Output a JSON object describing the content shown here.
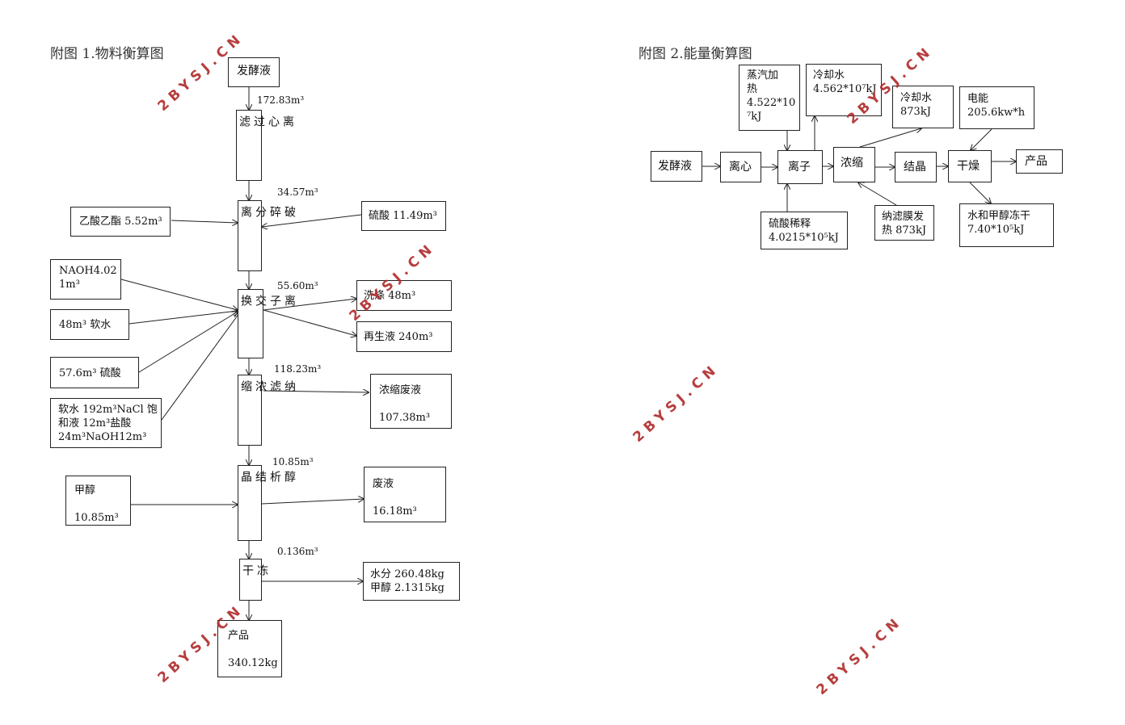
{
  "watermark": "2BYSJ.CN",
  "material": {
    "title": "附图 1.物料衡算图",
    "start": "发酵液",
    "steps": [
      "离\n心\n过\n滤",
      "破\n碎\n分\n离",
      "离\n子\n交\n换",
      "纳\n滤\n浓\n缩",
      "醇\n析\n结\n晶",
      "冻\n干"
    ],
    "product": "产品\n\n340.12kg",
    "flows": [
      "172.83m³",
      "34.57m³",
      "55.60m³",
      "118.23m³",
      "10.85m³",
      "0.136m³"
    ],
    "inputs": {
      "ethyl_acetate": "乙酸乙酯 5.52m³",
      "sulfuric": "硫酸 11.49m³",
      "naoh": "NAOH4.02\n1m³",
      "soft_water": "48m³ 软水",
      "sulfuric2": "57.6m³ 硫酸",
      "mix": "软水 192m³NaCl 饱\n和液 12m³盐酸\n24m³NaOH12m³",
      "methanol": "甲醇\n\n10.85m³"
    },
    "outputs": {
      "wash": "洗涤 48m³",
      "regen": "再生液 240m³",
      "conc_waste": "浓缩废液\n\n107.38m³",
      "waste": "废液\n\n16.18m³",
      "water": "水分 260.48kg\n甲醇 2.1315kg"
    }
  },
  "energy": {
    "title": "附图 2.能量衡算图",
    "chain": [
      "发酵液",
      "离心",
      "离子",
      "浓缩",
      "结晶",
      "干燥",
      "产品"
    ],
    "steam": "蒸汽加\n热\n4.522*10\n⁷kJ",
    "cool1": "冷却水\n4.562*10⁷kJ",
    "cool2": "冷却水\n873kJ",
    "power": "电能\n205.6kw*h",
    "dilute": "硫酸稀释\n4.0215*10⁵kJ",
    "nano": "纳滤膜发\n热 873kJ",
    "freeze": "水和甲醇冻干\n7.40*10⁵kJ"
  }
}
